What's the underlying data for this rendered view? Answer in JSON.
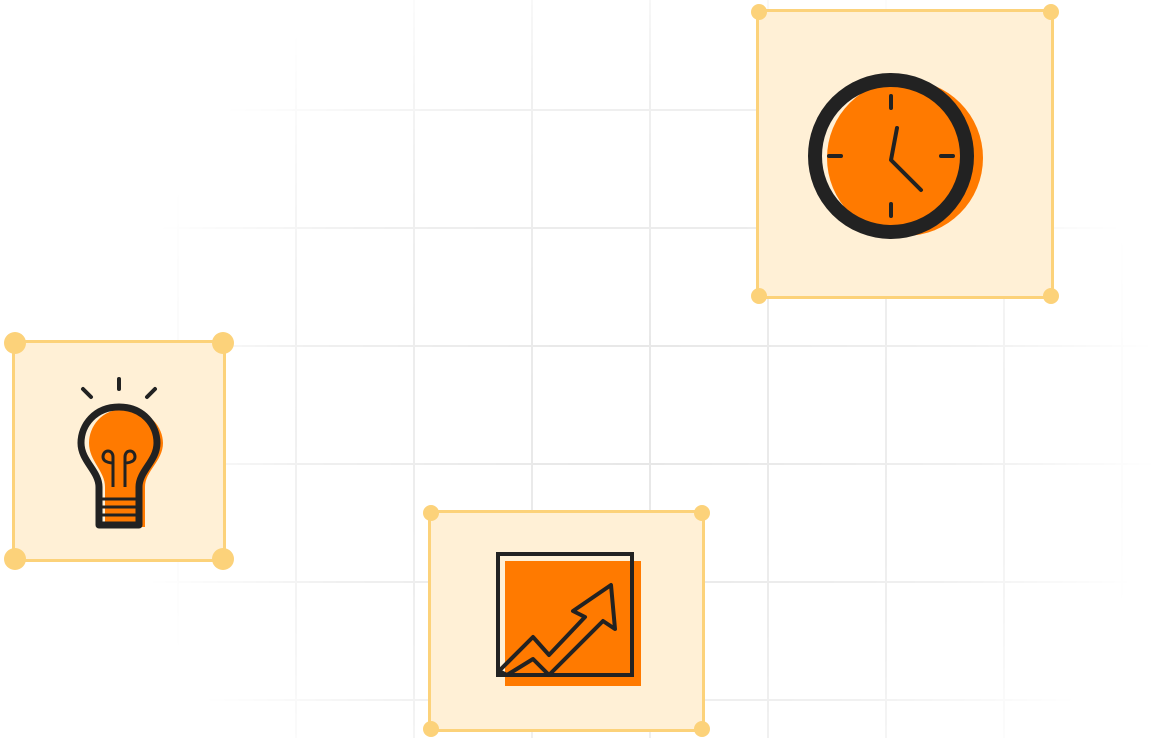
{
  "palette": {
    "card_fill": "#fff0d6",
    "card_border": "#fcd27a",
    "accent": "#ff7a00",
    "outline": "#222222",
    "grid_line": "#e6e6e6"
  },
  "cards": [
    {
      "id": "lightbulb",
      "icon": "lightbulb-icon"
    },
    {
      "id": "chart",
      "icon": "trending-up-chart-icon"
    },
    {
      "id": "clock",
      "icon": "clock-icon"
    }
  ]
}
